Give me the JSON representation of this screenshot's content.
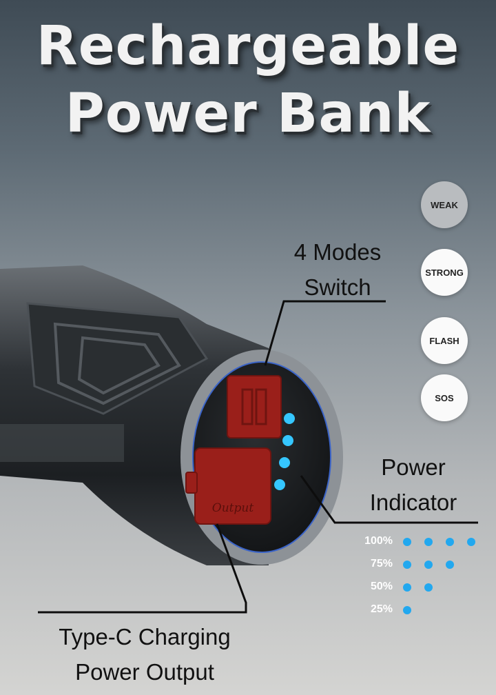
{
  "title": {
    "line1": "Rechargeable",
    "line2": "Power Bank"
  },
  "modes": [
    "WEAK",
    "STRONG",
    "FLASH",
    "SOS"
  ],
  "callouts": {
    "switch": [
      "4 Modes",
      "Switch"
    ],
    "indicator": [
      "Power",
      "Indicator"
    ],
    "charging": [
      "Type-C Charging",
      "Power Output"
    ]
  },
  "button_labels": {
    "output": "Output"
  },
  "power_levels": [
    {
      "label": "100%",
      "dots": 4
    },
    {
      "label": "75%",
      "dots": 3
    },
    {
      "label": "50%",
      "dots": 2
    },
    {
      "label": "25%",
      "dots": 1
    }
  ],
  "colors": {
    "indicator_led": "#22a8ef",
    "button": "#9a1f1a"
  }
}
